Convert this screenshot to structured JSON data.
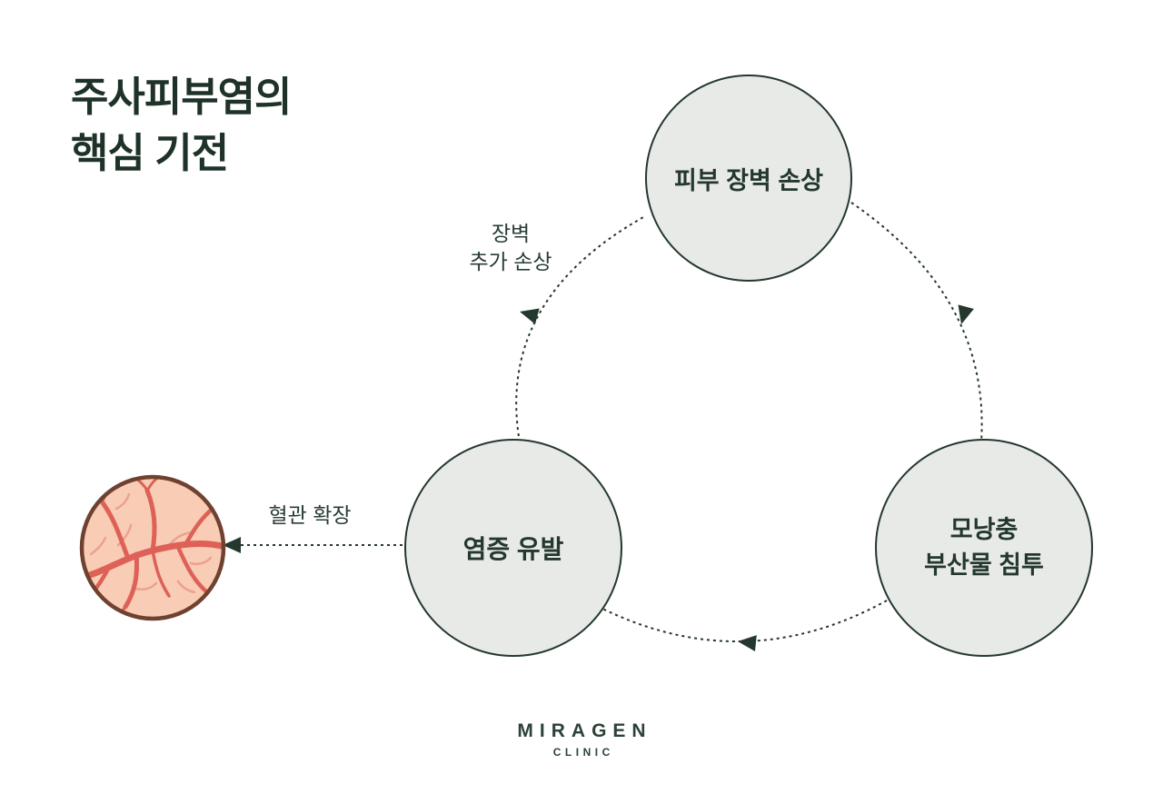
{
  "title": {
    "line1": "주사피부염의",
    "line2": "핵심 기전"
  },
  "cycle": {
    "nodes": {
      "skin_barrier": {
        "label": "피부 장벽 손상"
      },
      "demodex": {
        "line1": "모낭충",
        "line2": "부산물 침투"
      },
      "inflammation": {
        "label": "염증 유발"
      }
    },
    "edge_labels": {
      "barrier_extra": {
        "line1": "장벽",
        "line2": "추가 손상"
      },
      "vasodilation": "혈관 확장"
    }
  },
  "illustration": {
    "name": "dilated-blood-vessels"
  },
  "footer": {
    "brand": "MIRAGEN",
    "sub": "CLINIC"
  },
  "colors": {
    "dark_green": "#24382e",
    "title_green": "#1e3228",
    "node_fill": "#e8eae8",
    "vessel_background": "#f9ccb6",
    "vessel_red": "#dd6156",
    "vessel_red_light": "#eca28d",
    "vessel_border_brown": "#6f4130"
  }
}
